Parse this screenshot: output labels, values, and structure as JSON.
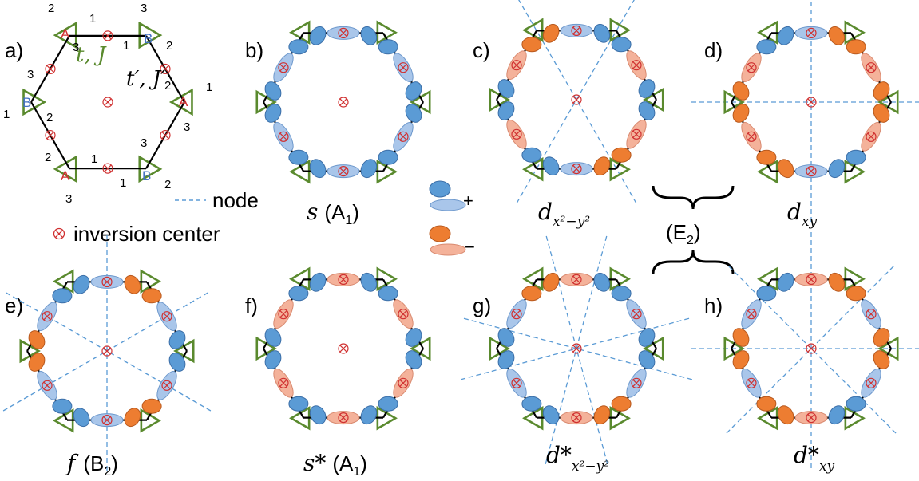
{
  "colors": {
    "bond": "#000000",
    "triangle": "#5a8a2e",
    "inversion": "#d03030",
    "node": "#5b9bd5",
    "plus_dark": "#5b9bd5",
    "plus_light": "#a9c6ea",
    "minus_dark": "#ed7d31",
    "minus_light": "#f4b29a",
    "site_A": "#d03030",
    "site_B": "#4472c4",
    "coupling": "#5a8a2e"
  },
  "panel_a": {
    "label": "a)",
    "site_A": "A",
    "site_B": "B",
    "intra": "t, J",
    "inter": "t′, J′",
    "numbers": [
      "1",
      "2",
      "3"
    ]
  },
  "legend": {
    "node": "node",
    "inversion": "inversion center",
    "plus": "+",
    "minus": "−"
  },
  "brace_label": "(E",
  "brace_sub": "2",
  "panels": [
    {
      "label": "b)",
      "name": "s",
      "sym": "A",
      "sym_sub": "1"
    },
    {
      "label": "c)",
      "name": "d",
      "sub": "x²−y²"
    },
    {
      "label": "d)",
      "name": "d",
      "sub": "xy"
    },
    {
      "label": "e)",
      "name": "f",
      "sym": "B",
      "sym_sub": "2"
    },
    {
      "label": "f)",
      "name": "s*",
      "sym": "A",
      "sym_sub": "1"
    },
    {
      "label": "g)",
      "name": "d*",
      "sub": "x²−y²"
    },
    {
      "label": "h)",
      "name": "d*",
      "sub": "xy"
    }
  ]
}
